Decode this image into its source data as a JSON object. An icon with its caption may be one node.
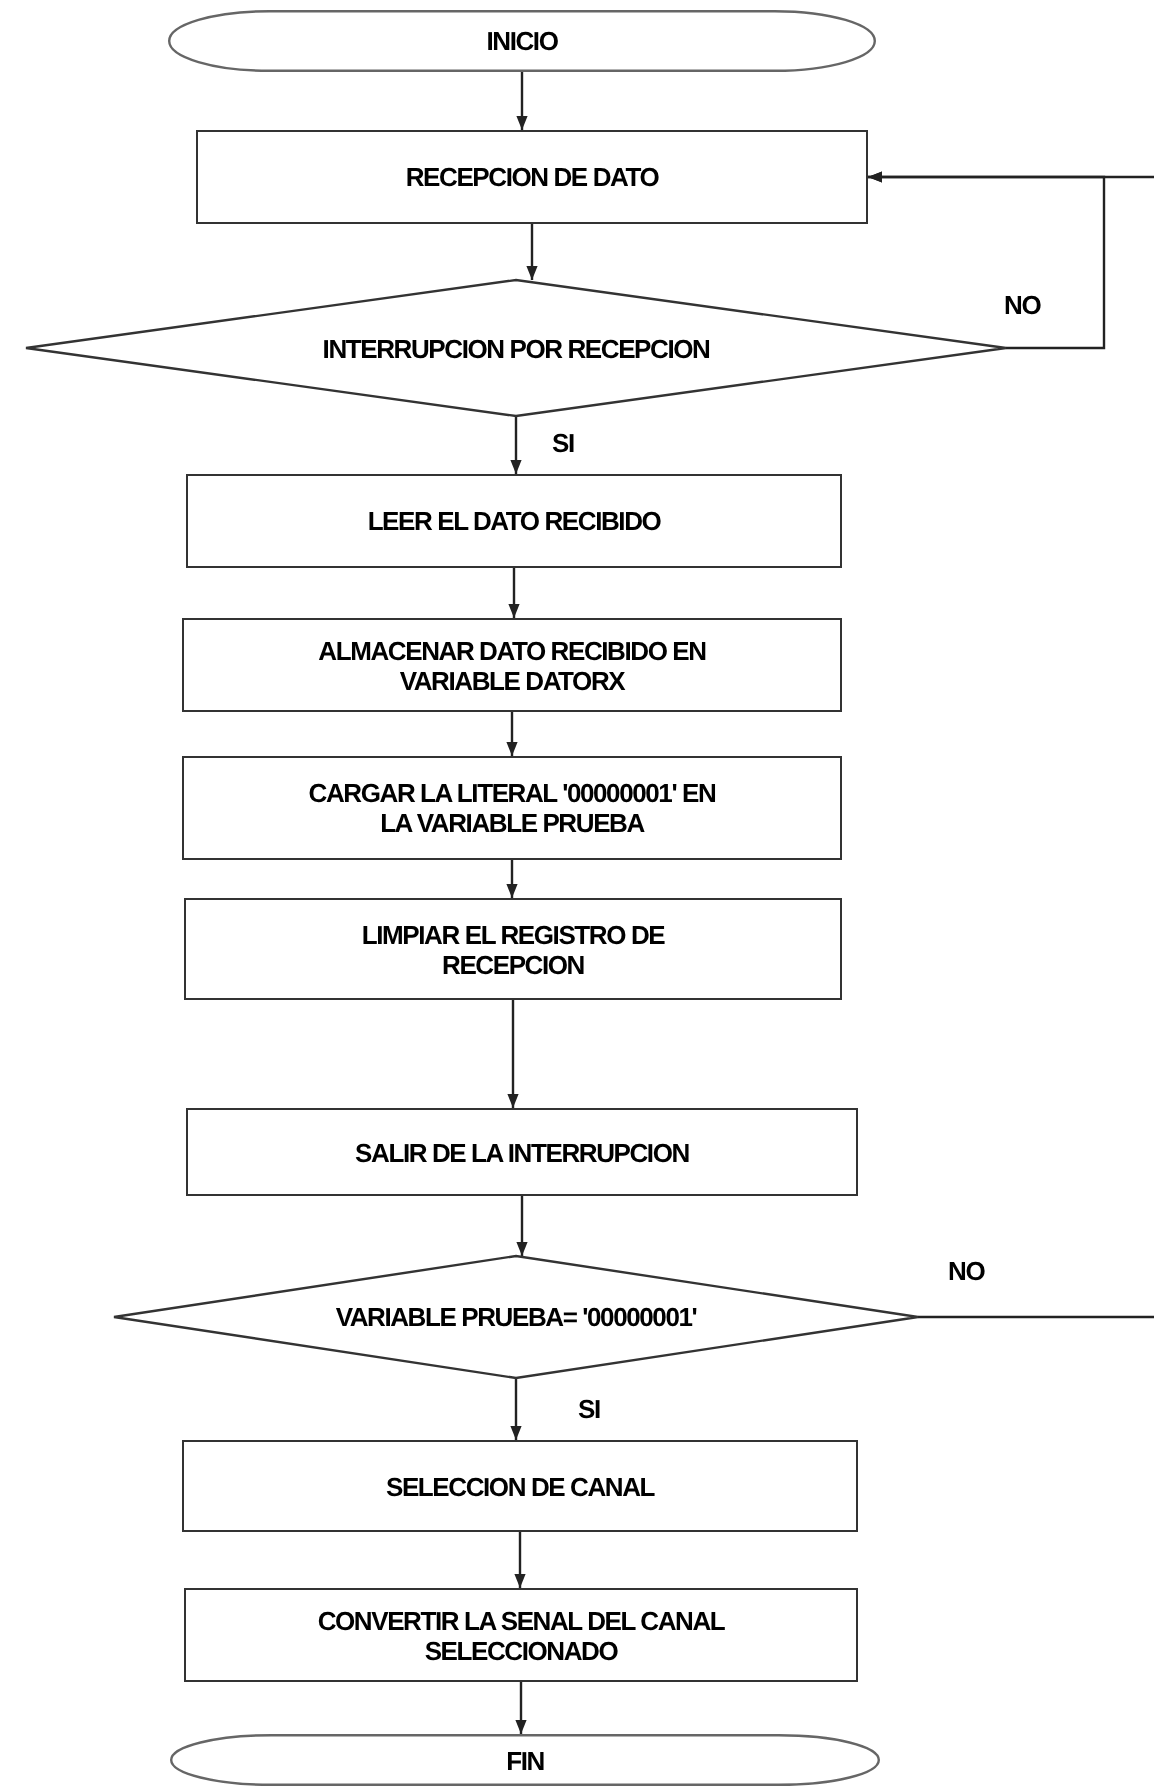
{
  "diagram": {
    "nodes": [
      {
        "text": [
          "INICIO"
        ]
      },
      {
        "text": [
          "RECEPCION DE DATO"
        ]
      },
      {
        "text": [
          "INTERRUPCION POR RECEPCION"
        ]
      },
      {
        "text": [
          "LEER EL DATO RECIBIDO"
        ]
      },
      {
        "text": [
          "ALMACENAR DATO RECIBIDO EN VARIABLE DATORX"
        ]
      },
      {
        "text": [
          "CARGAR LA LITERAL '00000001' EN LA VARIABLE PRUEBA"
        ]
      },
      {
        "text": [
          "LIMPIAR EL REGISTRO DE RECEPCION"
        ]
      },
      {
        "text": [
          "SALIR DE LA INTERRUPCION"
        ]
      },
      {
        "text": [
          "VARIABLE PRUEBA= '00000001'"
        ]
      },
      {
        "text": [
          "SELECCION DE CANAL"
        ]
      },
      {
        "text": [
          "CONVERTIR LA SENAL DEL CANAL SELECCIONADO"
        ]
      },
      {
        "text": [
          "FIN"
        ]
      }
    ],
    "edges": [
      {
        "from": 0,
        "to": 1,
        "arrow": "to"
      },
      {
        "from": 1,
        "to": 2,
        "arrow": "to"
      },
      {
        "from": 2,
        "to": 1,
        "arrow": "to",
        "label": "NO"
      },
      {
        "from": null,
        "to": 1,
        "arrow": "to"
      },
      {
        "from": 2,
        "to": 3,
        "arrow": "to",
        "label": "SI"
      },
      {
        "from": 3,
        "to": 4,
        "arrow": "to"
      },
      {
        "from": 4,
        "to": 5,
        "arrow": "to"
      },
      {
        "from": 5,
        "to": 6,
        "arrow": "to"
      },
      {
        "from": 6,
        "to": 7,
        "arrow": "to"
      },
      {
        "from": 7,
        "to": 8,
        "arrow": "to"
      },
      {
        "from": 8,
        "to": 9,
        "arrow": "to",
        "label": "SI"
      },
      {
        "from": 8,
        "to": null,
        "arrow": "none",
        "label": "NO"
      },
      {
        "from": 9,
        "to": 10,
        "arrow": "to"
      },
      {
        "from": 10,
        "to": 11,
        "arrow": "to"
      }
    ]
  }
}
